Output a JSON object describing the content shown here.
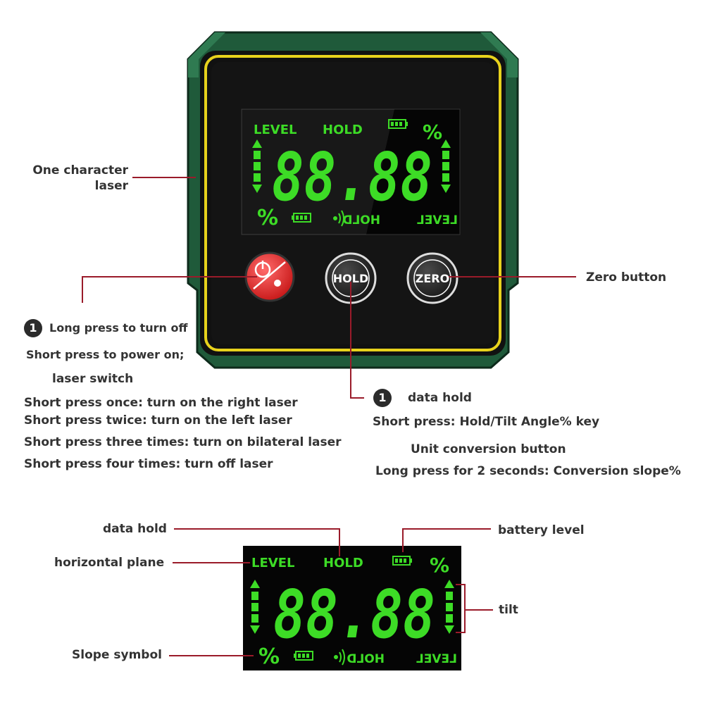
{
  "device": {
    "lcd": {
      "level_label": "LEVEL",
      "hold_label": "HOLD",
      "percent_symbol": "%",
      "digits": "88.88",
      "mirrored_hold": "HOLD",
      "mirrored_level": "LEVEL"
    },
    "buttons": {
      "hold": "HOLD",
      "zero": "ZERO"
    }
  },
  "callouts": {
    "laser_line1": "One character",
    "laser_line2": "laser",
    "zero_button": "Zero button",
    "power_step": "1",
    "power_long_press": "Long press to turn off",
    "power_short_press": "Short press to power on;",
    "power_laser_switch": "laser switch",
    "power_once": "Short press once: turn on the right laser",
    "power_twice": "Short press twice: turn on the left laser",
    "power_three": "Short press three times: turn on bilateral laser",
    "power_four": "Short press four times: turn off laser",
    "hold_step": "1",
    "hold_title": "data hold",
    "hold_short": "Short press: Hold/Tilt Angle% key",
    "hold_unit": "Unit conversion button",
    "hold_long": "Long press for 2 seconds: Conversion slope%"
  },
  "diagram": {
    "data_hold": "data hold",
    "horizontal_plane": "horizontal plane",
    "slope_symbol": "Slope symbol",
    "battery_level": "battery level",
    "tilt": "tilt",
    "lcd": {
      "level_label": "LEVEL",
      "hold_label": "HOLD",
      "percent_symbol": "%",
      "digits": "88.88",
      "mirrored_hold": "HOLD",
      "mirrored_level": "LEVEL"
    }
  },
  "colors": {
    "body_green": "#1f5a3a",
    "accent_yellow": "#e8d21c",
    "lcd_green": "#3ddc26",
    "callout_line": "#9a1b2a",
    "power_red": "#e02a2a"
  }
}
